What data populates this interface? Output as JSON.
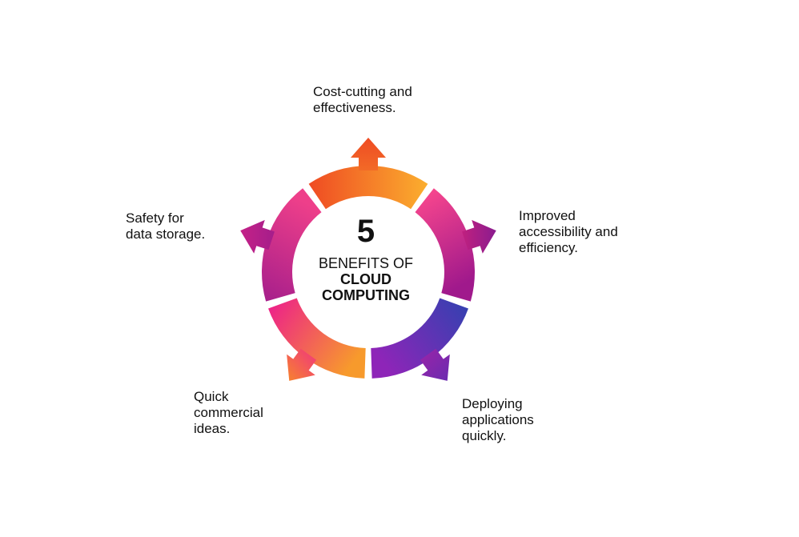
{
  "center": {
    "number": "5",
    "line1": "BENEFITS OF",
    "line2": "CLOUD",
    "line3": "COMPUTING"
  },
  "benefits": [
    {
      "text": "Cost-cutting and\neffectiveness.",
      "color_start": "#ef4b23",
      "color_end": "#fbae2e"
    },
    {
      "text": "Improved\naccessibility and\nefficiency.",
      "color_start": "#ff4a8d",
      "color_end": "#a0198c"
    },
    {
      "text": "Deploying\napplications\nquickly.",
      "color_start": "#8e25b8",
      "color_end": "#3142b0"
    },
    {
      "text": "Quick\ncommercial\nideas.",
      "color_start": "#ec1b8e",
      "color_end": "#f79a2c"
    },
    {
      "text": "Safety for\ndata storage.",
      "color_start": "#ee3f8a",
      "color_end": "#a51e8b"
    }
  ]
}
